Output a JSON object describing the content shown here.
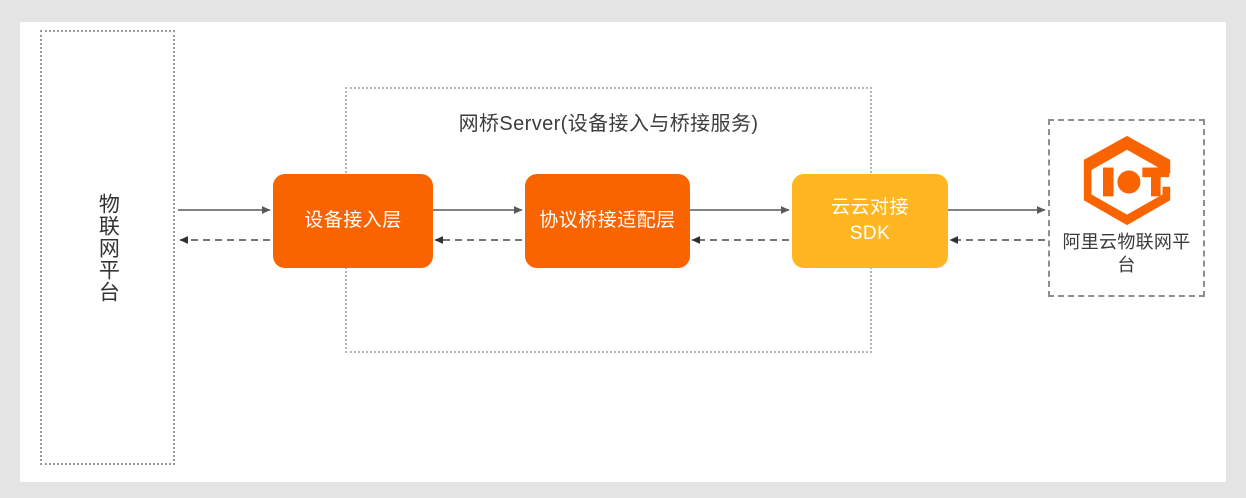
{
  "diagram": {
    "title_left_platform": "物联网平台",
    "bridge": {
      "title": "网桥Server(设备接入与桥接服务)",
      "boxes": [
        {
          "label": "设备接入层",
          "color": "#FA6400"
        },
        {
          "label": "协议桥接适配层",
          "color": "#FA6400"
        },
        {
          "label": "云云对接\nSDK",
          "color": "#FFB621"
        }
      ]
    },
    "right_platform": {
      "logo_name": "alibaba-cloud-iot-logo",
      "logo_color": "#FA6400",
      "label": "阿里云物联网平台"
    },
    "flows": [
      {
        "from": "物联网平台",
        "to": "设备接入层",
        "style": "solid",
        "direction": "right"
      },
      {
        "from": "设备接入层",
        "to": "物联网平台",
        "style": "dashed",
        "direction": "left"
      },
      {
        "from": "设备接入层",
        "to": "协议桥接适配层",
        "style": "solid",
        "direction": "right"
      },
      {
        "from": "协议桥接适配层",
        "to": "设备接入层",
        "style": "dashed",
        "direction": "left"
      },
      {
        "from": "协议桥接适配层",
        "to": "云云对接SDK",
        "style": "solid",
        "direction": "right"
      },
      {
        "from": "云云对接SDK",
        "to": "协议桥接适配层",
        "style": "dashed",
        "direction": "left"
      },
      {
        "from": "云云对接SDK",
        "to": "阿里云物联网平台",
        "style": "solid",
        "direction": "right"
      },
      {
        "from": "阿里云物联网平台",
        "to": "云云对接SDK",
        "style": "dashed",
        "direction": "left"
      }
    ],
    "colors": {
      "canvas": "#ffffff",
      "page_background": "#e4e4e4",
      "arrow": "#595959",
      "dotted_border": "#9a9a9a",
      "text": "#333333"
    }
  }
}
